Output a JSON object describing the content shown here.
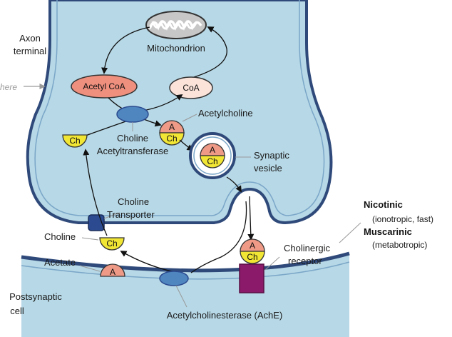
{
  "labels": {
    "axon_terminal_1": "Axon",
    "axon_terminal_2": "terminal",
    "here": "here",
    "mitochondrion": "Mitochondrion",
    "acetyl_coa": "Acetyl CoA",
    "coa": "CoA",
    "acetylcholine": "Acetylcholine",
    "chat_1": "Choline",
    "chat_2": "Acetyltransferase",
    "synaptic_vesicle_1": "Synaptic",
    "synaptic_vesicle_2": "vesicle",
    "choline_transporter_1": "Choline",
    "choline_transporter_2": "Transporter",
    "choline": "Choline",
    "acetate": "Acetate",
    "postsynaptic_1": "Postsynaptic",
    "postsynaptic_2": "cell",
    "ache": "Acetylcholinesterase (AchE)",
    "cholinergic_receptor_1": "Cholinergic",
    "cholinergic_receptor_2": "receptor",
    "nicotinic": "Nicotinic",
    "nicotinic_desc": "(ionotropic, fast)",
    "muscarinic": "Muscarinic",
    "muscarinic_desc": "(metabotropic)"
  },
  "molecules": {
    "a": "A",
    "ch": "Ch"
  },
  "colors": {
    "cell_fill": "#b7d8e6",
    "membrane": "#2f4a7a",
    "acetyl_coa": "#ef8f7e",
    "coa": "#fbe3da",
    "choline": "#f2e635",
    "acetate": "#ef9a87",
    "enzyme": "#4f86bf",
    "transporter": "#2b4a8f",
    "receptor": "#8b1a6b"
  }
}
